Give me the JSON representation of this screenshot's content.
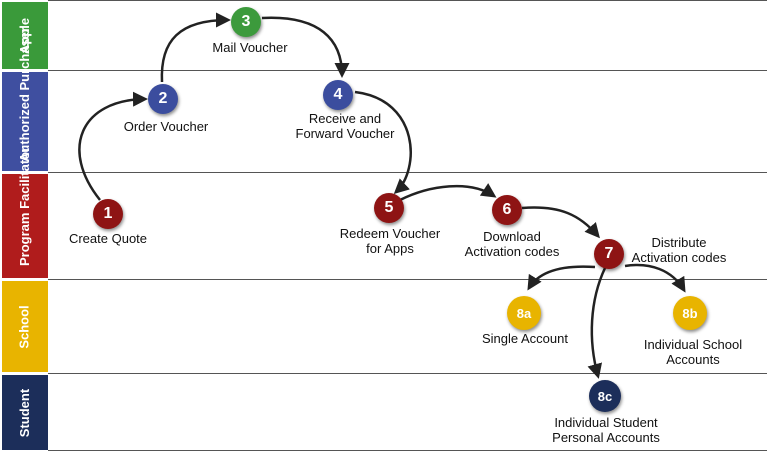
{
  "lanes": [
    {
      "label": "Apple",
      "color": "#3a9a3a"
    },
    {
      "label": "Authorized Purchaser",
      "color": "#3f4fa0"
    },
    {
      "label": "Program Facilitator",
      "color": "#b01c1c"
    },
    {
      "label": "School",
      "color": "#e8b400"
    },
    {
      "label": "Student",
      "color": "#1c2e5a"
    }
  ],
  "steps": [
    {
      "id": "1",
      "caption": "Create Quote",
      "color": "#8e1414"
    },
    {
      "id": "2",
      "caption": "Order Voucher",
      "color": "#3b4d9e"
    },
    {
      "id": "3",
      "caption": "Mail Voucher",
      "color": "#3c9a3c"
    },
    {
      "id": "4",
      "caption": "Receive and\nForward Voucher",
      "color": "#3b4d9e"
    },
    {
      "id": "5",
      "caption": "Redeem Voucher\nfor Apps",
      "color": "#8e1414"
    },
    {
      "id": "6",
      "caption": "Download\nActivation codes",
      "color": "#8e1414"
    },
    {
      "id": "7",
      "caption": "Distribute\nActivation codes",
      "color": "#8e1414"
    },
    {
      "id": "8a",
      "caption": "Single Account",
      "color": "#e8b400"
    },
    {
      "id": "8b",
      "caption": "Individual School\nAccounts",
      "color": "#e8b400"
    },
    {
      "id": "8c",
      "caption": "Individual Student\nPersonal Accounts",
      "color": "#1c2e5a"
    }
  ]
}
